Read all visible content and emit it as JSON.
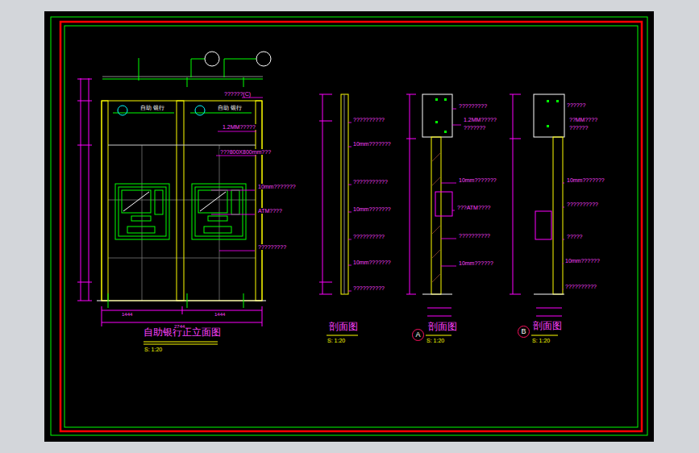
{
  "diagram": {
    "title": "自助银行正立面图",
    "nodes": [
      {
        "text": [
          "A"
        ]
      },
      {
        "text": [
          "B"
        ]
      }
    ],
    "labels": [
      "??????(C)",
      "1.2MM?????",
      "???800X800mm???",
      "10mm???????",
      "ATM????",
      "?????????",
      "1444",
      "1444",
      "2744",
      "自助 银行",
      "自助 银行",
      "??????????",
      "10mm???????",
      "???????????",
      "10mm???????",
      "??????????",
      "10mm???????",
      "??????????",
      "剖面图",
      "S: 1:20",
      "?????????",
      "1.2MM?????",
      "???????",
      "10mm???????",
      "???ATM????",
      "??????????",
      "10mm??????",
      "剖面图",
      "S: 1:20",
      "??????",
      "??MM????",
      "??????",
      "10mm???????",
      "??????????",
      "?????",
      "10mm??????",
      "??????????",
      "剖面图",
      "S: 1:20",
      "S: 1:20"
    ]
  }
}
